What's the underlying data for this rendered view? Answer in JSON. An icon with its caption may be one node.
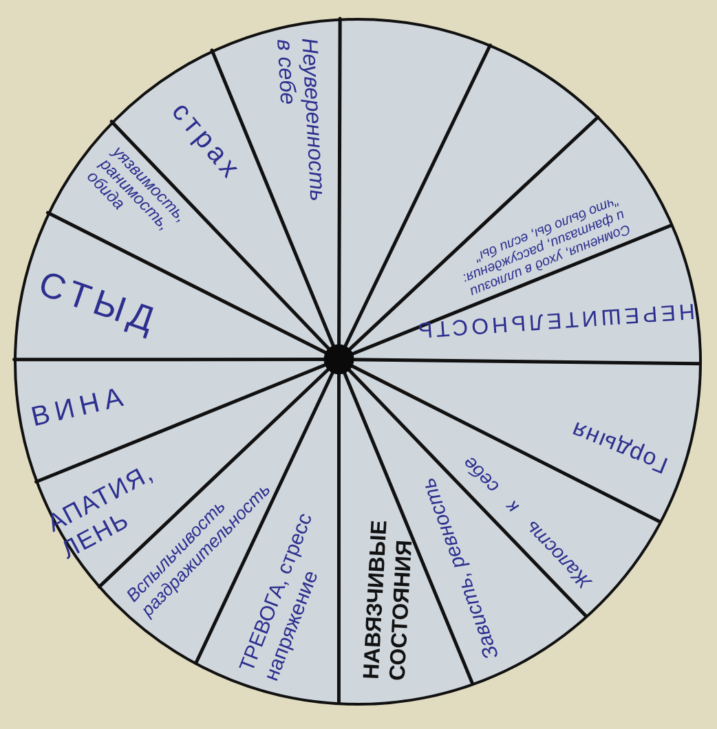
{
  "diagram": {
    "nodes": [
      {
        "text": [],
        "shape": "circle"
      },
      {
        "text": [
          "Сомнения, уход в иллюзии и фантазии, рассуждения: \"что было бы, если бы\""
        ],
        "in": 0
      },
      {
        "text": [
          "НЕРЕШИТЕЛЬНОСТЬ"
        ],
        "in": 0
      },
      {
        "text": [
          "Гордыня"
        ],
        "in": 0
      },
      {
        "text": [
          "Жалость к себе"
        ],
        "in": 0
      },
      {
        "text": [
          "Зависть, ревность"
        ],
        "in": 0
      },
      {
        "text": [
          "НАВЯЗЧИВЫЕ СОСТОЯНИЯ"
        ],
        "in": 0
      },
      {
        "text": [
          "ТРЕВОГА, стресс напряжение"
        ],
        "in": 0
      },
      {
        "text": [
          "Вспыльчивость раздражительность"
        ],
        "in": 0
      },
      {
        "text": [
          "АПАТИЯ, ЛЕНЬ"
        ],
        "in": 0
      },
      {
        "text": [
          "ВИНА"
        ],
        "in": 0
      },
      {
        "text": [
          "СТЫД"
        ],
        "in": 0
      },
      {
        "text": [
          "уязвимость, ранимость, обида"
        ],
        "in": 0
      },
      {
        "text": [
          "страх"
        ],
        "in": 0
      },
      {
        "text": [
          "Неуверенность в себе"
        ],
        "in": 0
      }
    ]
  }
}
